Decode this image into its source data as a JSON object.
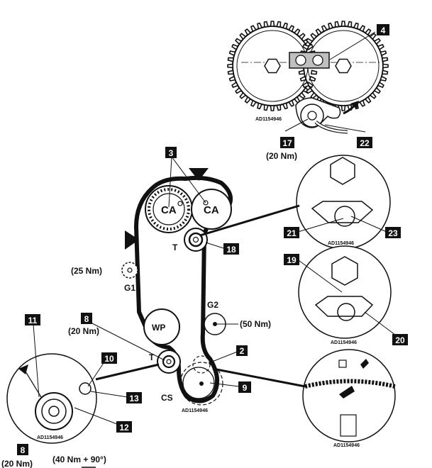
{
  "camshaft_label": "CA",
  "tensioner_label": "T",
  "water_pump_label": "WP",
  "crankshaft_label": "CS",
  "idler_labels": {
    "g1": "G1",
    "g2": "G2"
  },
  "torques": {
    "g1": "(25 Nm)",
    "g2": "(50 Nm)",
    "tensioner_bolt": "(20 Nm)",
    "top_bolt": "(20 Nm)",
    "bottom_bolt": "(20 Nm)",
    "crank_bolt": "(40 Nm + 90°)"
  },
  "callouts": {
    "c2": "2",
    "c3": "3",
    "c4": "4",
    "c8a": "8",
    "c8b": "8",
    "c9": "9",
    "c10": "10",
    "c11": "11",
    "c12": "12",
    "c13": "13",
    "c17": "17",
    "c18": "18",
    "c19": "19",
    "c20": "20",
    "c21": "21",
    "c22": "22",
    "c23": "23"
  },
  "reference_code": "AD1154946",
  "colors": {
    "ink": "#111111",
    "paper": "#ffffff",
    "fill_grey": "#bfbfbf",
    "dashed": "#333333"
  }
}
